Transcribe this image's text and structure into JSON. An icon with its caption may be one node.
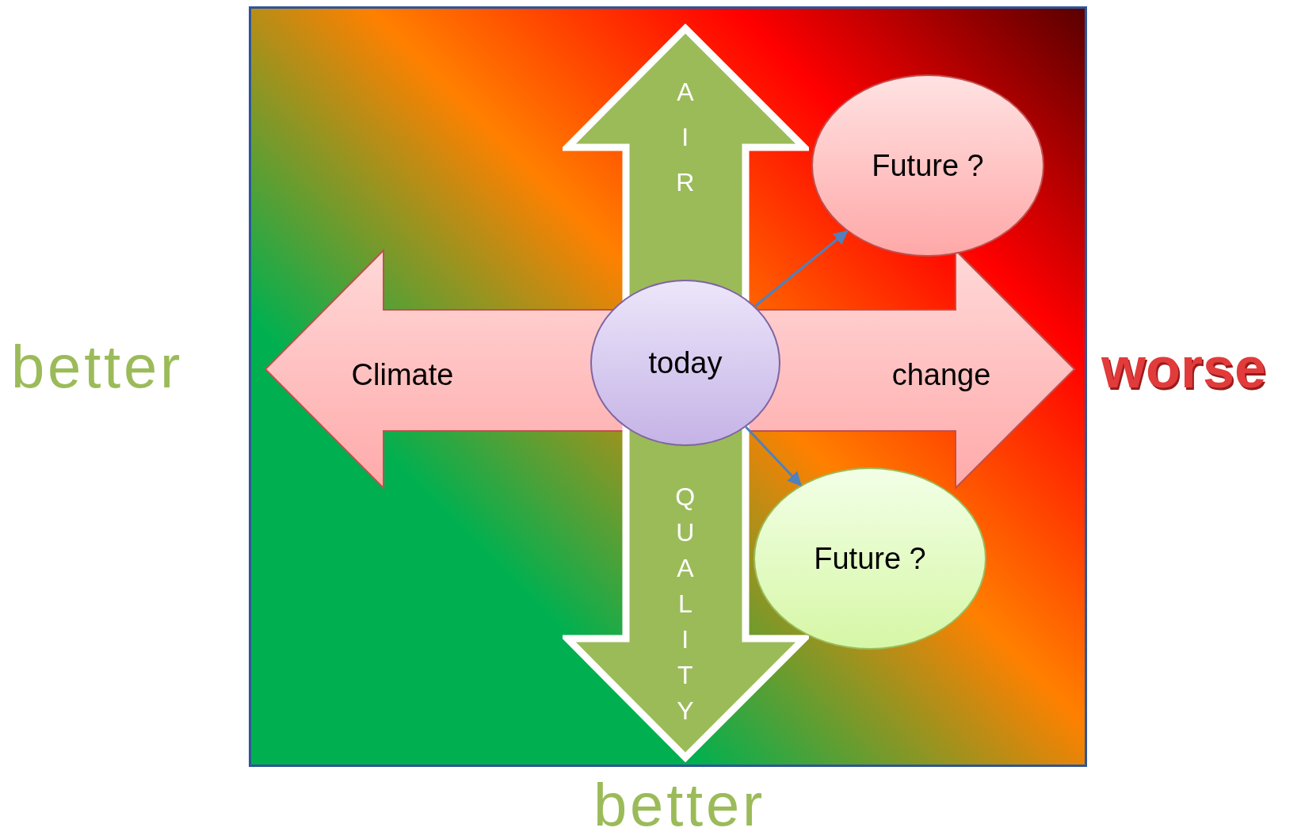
{
  "diagram": {
    "nodes": [
      {
        "text": [
          "AIR",
          "QUALITY"
        ]
      },
      {
        "text": [
          "Climate",
          "change"
        ]
      },
      {
        "text": [
          "today"
        ]
      },
      {
        "text": [
          "Future ?"
        ]
      },
      {
        "text": [
          "Future ?"
        ]
      }
    ],
    "edges": [
      {
        "from": 2,
        "to": 3,
        "arrow": "to"
      },
      {
        "from": 2,
        "to": 4,
        "arrow": "to"
      }
    ],
    "labels": [
      "better",
      "worse",
      "better"
    ]
  }
}
